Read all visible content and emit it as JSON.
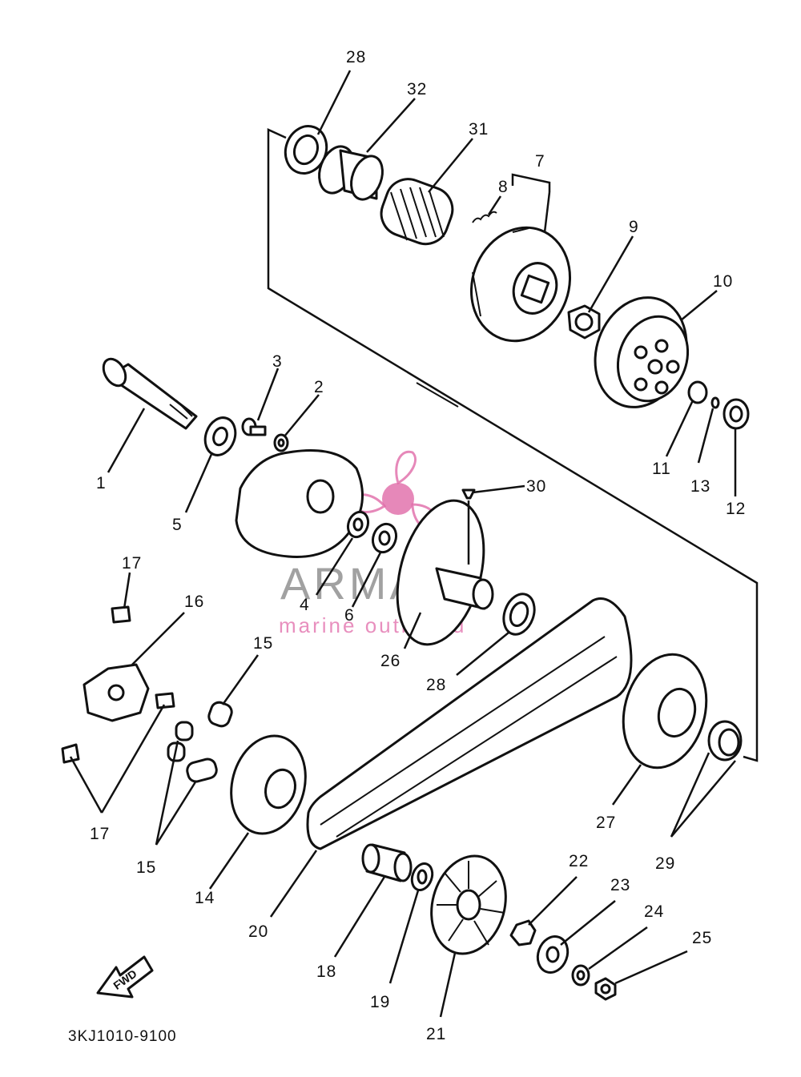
{
  "diagram": {
    "code": "3KJ1010-9100",
    "fwd_label": "FWD",
    "callouts": [
      "28",
      "32",
      "31",
      "7",
      "8",
      "9",
      "10",
      "3",
      "2",
      "1",
      "5",
      "11",
      "13",
      "12",
      "30",
      "4",
      "6",
      "26",
      "28",
      "17",
      "16",
      "15",
      "17",
      "15",
      "14",
      "20",
      "18",
      "19",
      "21",
      "22",
      "23",
      "24",
      "25",
      "27",
      "29"
    ]
  },
  "watermark": {
    "brand": "ARMADA",
    "tagline": "marine outboard",
    "colors": {
      "logo": "#e06aa8",
      "text": "#8a8a8a"
    }
  }
}
